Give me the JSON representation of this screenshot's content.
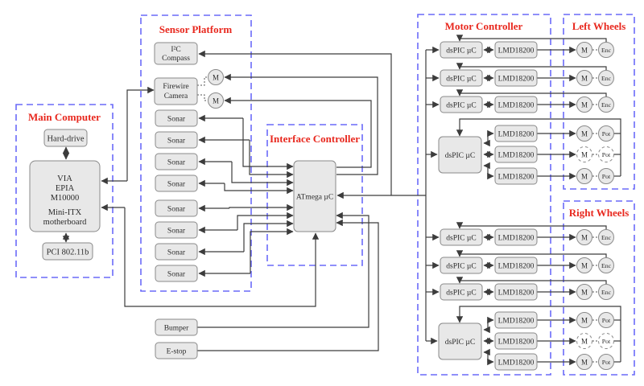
{
  "groups": {
    "main_computer": {
      "title": "Main Computer"
    },
    "sensor_platform": {
      "title": "Sensor Platform"
    },
    "interface_controller": {
      "title": "Interface Controller"
    },
    "motor_controller": {
      "title": "Motor Controller"
    },
    "left_wheels": {
      "title": "Left Wheels"
    },
    "right_wheels": {
      "title": "Right Wheels"
    }
  },
  "nodes": {
    "hard_drive": "Hard-drive",
    "motherboard_lines": [
      "VIA",
      "EPIA",
      "M10000",
      "Mini-ITX",
      "motherboard"
    ],
    "pci": "PCI 802.11b",
    "compass_lines": [
      "I²C",
      "Compass"
    ],
    "camera_lines": [
      "Firewire",
      "Camera"
    ],
    "sonar": "Sonar",
    "bumper": "Bumper",
    "estop": "E-stop",
    "atmega": "ATmega µC",
    "dspic": "dsPIC µC",
    "lmd": "LMD18200",
    "motor": "M",
    "encoder": "Enc",
    "pot": "Pot"
  },
  "colors": {
    "group_border": "#6a6af8",
    "title_red": "#e8281e",
    "box_fill": "#e8e8e8",
    "box_border": "#8a8a8a",
    "wire": "#3c3c3c",
    "background": "#ffffff"
  }
}
